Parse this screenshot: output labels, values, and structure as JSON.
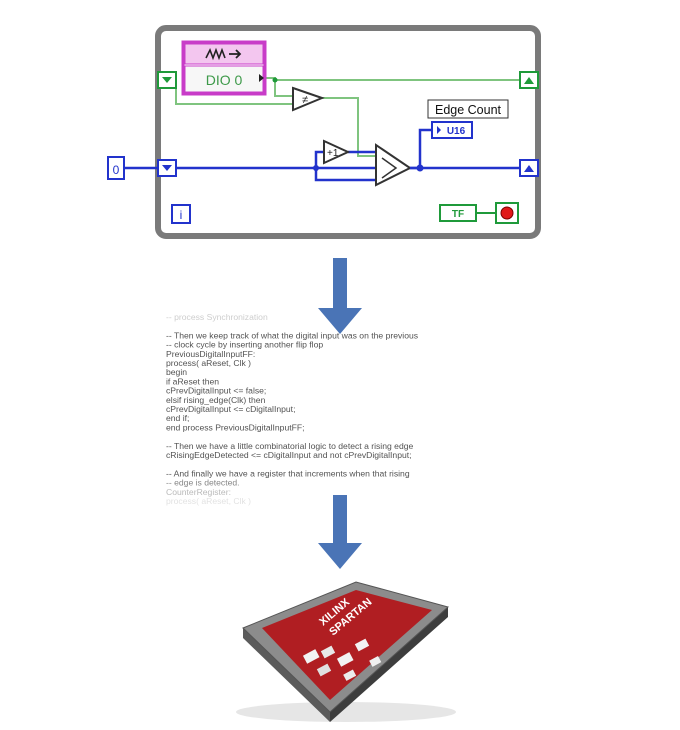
{
  "diagram": {
    "block_diagram": {
      "dio_label": "DIO 0",
      "edge_count_label": "Edge Count",
      "indicator_type": "U16",
      "constant_value": "0",
      "iteration_label": "i",
      "stop_label": "TF"
    },
    "vhdl_code": {
      "lines": [
        "-- process Synchronization",
        "",
        "-- Then we keep track of what the digital input was on the previous",
        "-- clock cycle by inserting another flip flop",
        "PreviousDigitalInputFF:",
        "process( aReset, Clk )",
        "begin",
        "  if aReset then",
        "    cPrevDigitalInput <= false;",
        "  elsif rising_edge(Clk) then",
        "    cPrevDigitalInput <= cDigitalInput;",
        "  end if;",
        "end process PreviousDigitalInputFF;",
        "",
        "-- Then we have a little combinatorial logic to detect a rising edge",
        "cRisingEdgeDetected <= cDigitalInput and not cPrevDigitalInput;",
        "",
        "-- And finally we have a register that increments when that rising",
        "-- edge is detected.",
        "CounterRegister:",
        "process( aReset, Clk )"
      ]
    },
    "chip": {
      "brand": "XILINX",
      "family": "SPARTAN"
    },
    "colors": {
      "wire_blue": "#2233cc",
      "wire_green": "#7fc47f",
      "frame_gray": "#7a7a7a",
      "terminal_green": "#1f9a3a",
      "dio_pink": "#c83cc8",
      "arrow_blue": "#4a74b6",
      "chip_red": "#b01e22"
    }
  }
}
